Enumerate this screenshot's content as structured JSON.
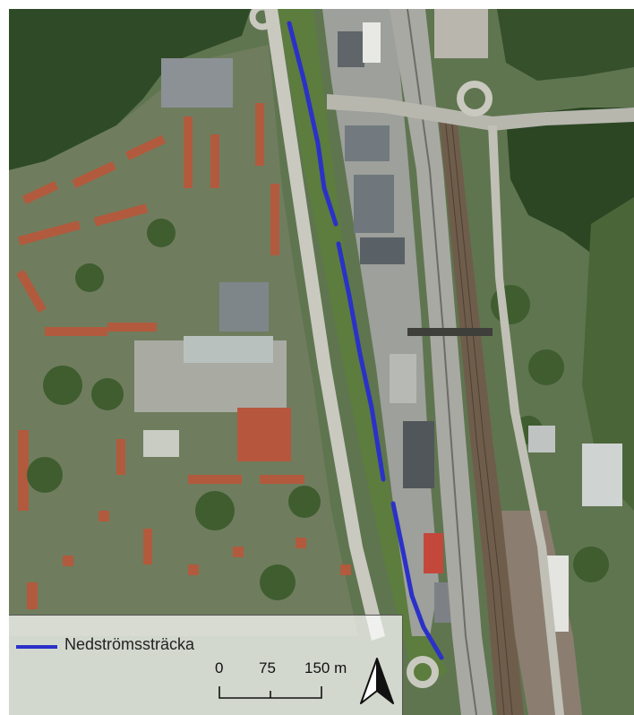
{
  "map": {
    "imagery": "aerial-orthophoto",
    "colors": {
      "forest": "#2e4a25",
      "vegetation": "#4d6b34",
      "roofs_red": "#b8583c",
      "roofs_grey": "#8c9399",
      "road": "#c4c4bd",
      "motorway": "#a7a7a2",
      "railway": "#6d5a48",
      "route_line": "#2b31c8"
    }
  },
  "legend": {
    "label": "Nedströmssträcka",
    "line_color": "#2b31c8"
  },
  "scale": {
    "ticks": [
      "0",
      "75",
      "150 m"
    ]
  },
  "north_arrow": {
    "icon": "north-arrow-icon"
  }
}
